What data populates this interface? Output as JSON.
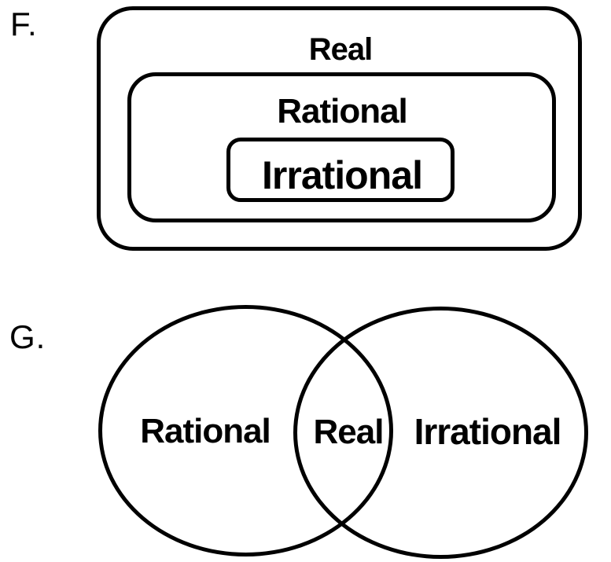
{
  "colors": {
    "background": "#ffffff",
    "stroke": "#000000",
    "text": "#000000"
  },
  "figure_f": {
    "label": "F.",
    "type": "nested-boxes",
    "outer_label": "Real",
    "middle_label": "Rational",
    "inner_label": "Irrational"
  },
  "figure_g": {
    "label": "G.",
    "type": "venn-two-circles",
    "left_label": "Rational",
    "intersection_label": "Real",
    "right_label": "Irrational"
  }
}
